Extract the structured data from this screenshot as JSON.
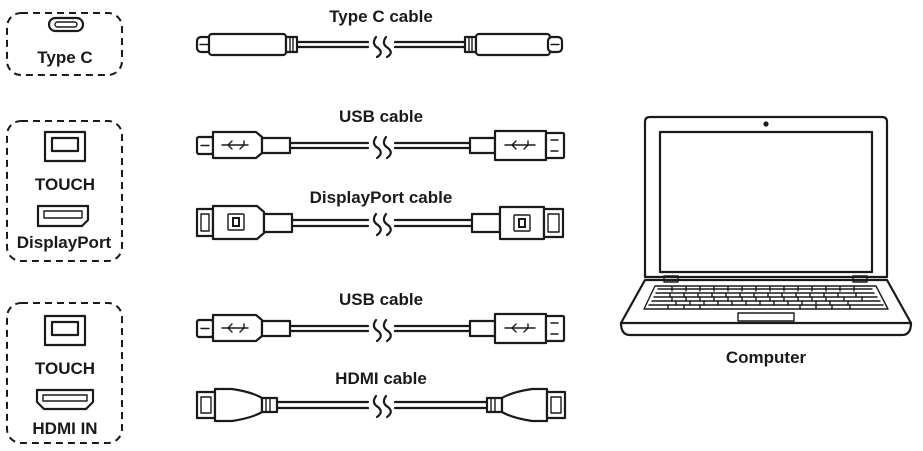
{
  "ports": {
    "type_c": "Type C",
    "touch_1": "TOUCH",
    "displayport": "DisplayPort",
    "touch_2": "TOUCH",
    "hdmi_in": "HDMI IN"
  },
  "cables": {
    "type_c": "Type C cable",
    "usb_1": "USB cable",
    "displayport": "DisplayPort cable",
    "usb_2": "USB cable",
    "hdmi": "HDMI cable"
  },
  "computer": {
    "label": "Computer"
  },
  "icons": [
    "usbc-port-icon",
    "usb-b-port-icon",
    "displayport-port-icon",
    "hdmi-port-icon",
    "usbc-plug-icon",
    "usb-b-plug-icon",
    "usb-a-plug-icon",
    "displayport-plug-icon",
    "hdmi-plug-icon",
    "laptop-icon"
  ]
}
